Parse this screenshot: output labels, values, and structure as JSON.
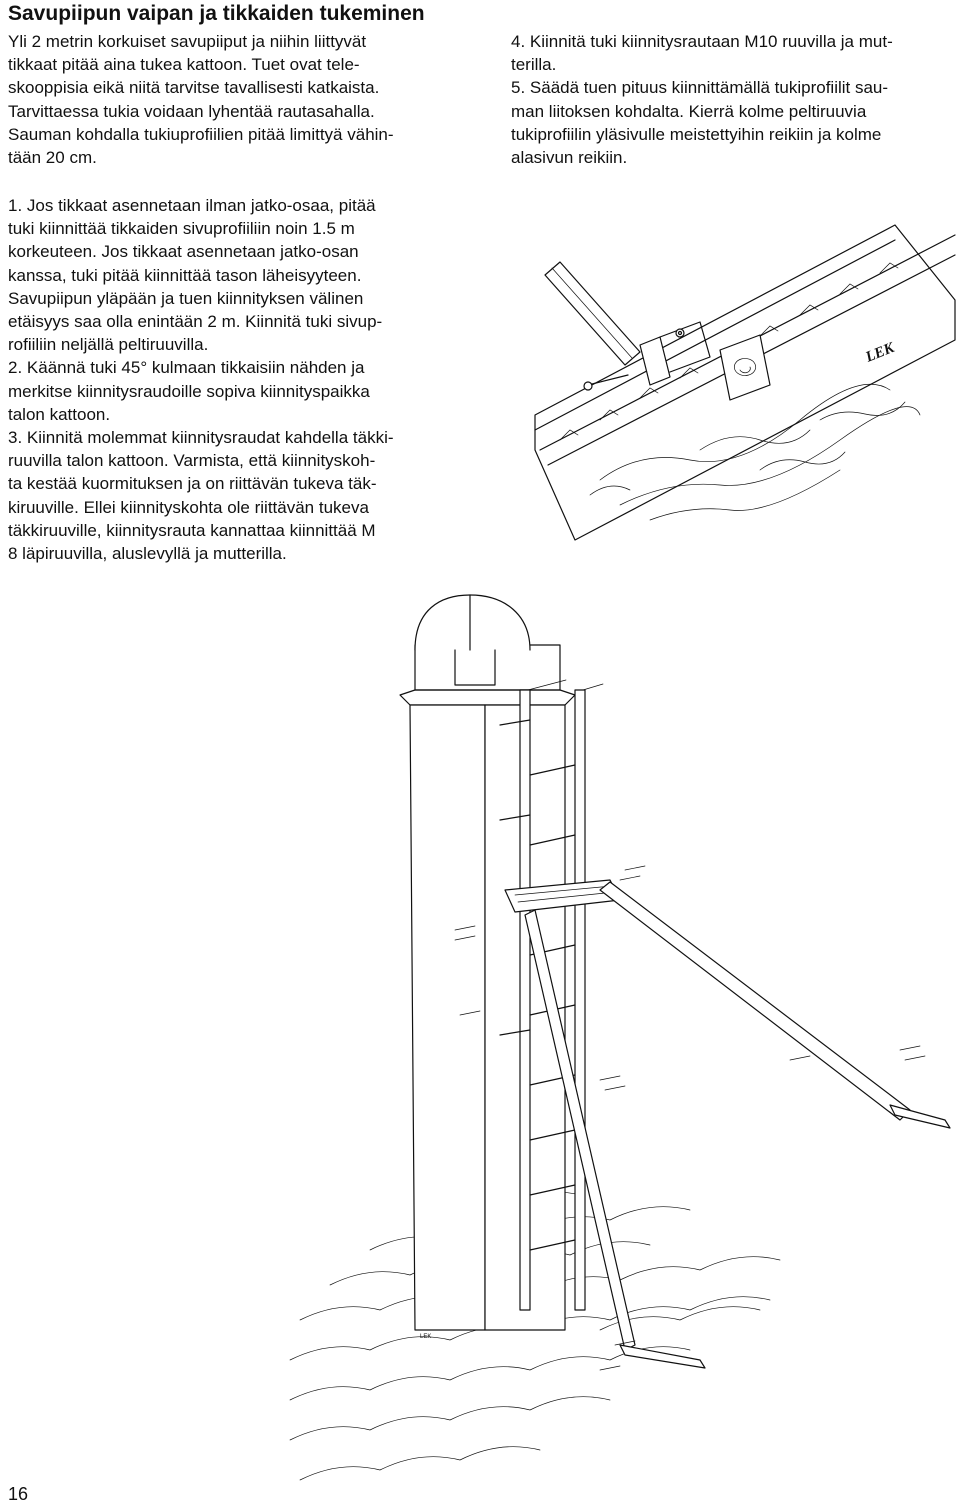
{
  "title": "Savupiipun vaipan ja tikkaiden tukeminen",
  "intro_lines": [
    "Yli 2 metrin korkuiset savupiiput ja niihin liittyvät",
    "tikkaat pitää aina tukea kattoon. Tuet ovat tele-",
    "skooppisia eikä niitä tarvitse tavallisesti katkaista.",
    "Tarvittaessa tukia voidaan lyhentää rautasahalla.",
    "Sauman kohdalla tukiuprofiilien pitää limittyä vähin-",
    "tään 20 cm."
  ],
  "steps_right_lines": [
    "4. Kiinnitä tuki kiinnitysrautaan M10 ruuvilla ja mut-",
    "terilla.",
    "5. Säädä tuen pituus kiinnittämällä tukiprofiilit sau-",
    "man liitoksen kohdalta.  Kierrä kolme peltiruuvia",
    "tukiprofiilin yläsivulle meistettyihin reikiin ja kolme",
    "alasivun reikiin."
  ],
  "steps_left_lines": [
    "1. Jos tikkaat asennetaan ilman jatko-osaa, pitää",
    "tuki kiinnittää tikkaiden sivuprofiiliin noin 1.5 m",
    "korkeuteen. Jos tikkaat asennetaan jatko-osan",
    "kanssa, tuki pitää kiinnittää tason läheisyyteen.",
    "Savupiipun yläpään ja tuen kiinnityksen välinen",
    "etäisyys saa olla enintään 2 m. Kiinnitä tuki sivup-",
    "rofiiliin neljällä peltiruuvilla.",
    "2. Käännä tuki 45° kulmaan tikkaisiin nähden ja",
    "merkitse kiinnitysraudoille sopiva kiinnityspaikka",
    "talon kattoon.",
    "3. Kiinnitä molemmat kiinnitysraudat kahdella täkki-",
    "ruuvilla talon kattoon. Varmista, että kiinnityskoh-",
    "ta kestää kuormituksen ja on riittävän tukeva täk-",
    "kiruuville. Ellei kiinnityskohta ole riittävän tukeva",
    "täkkiruuville, kiinnitysrauta kannattaa kiinnittää M",
    "8 läpiruuvilla, aluslevyllä ja mutterilla."
  ],
  "figure_top": {
    "stamp": "LEK"
  },
  "figure_main": {
    "stamp": "LEK"
  },
  "page_number": "16"
}
